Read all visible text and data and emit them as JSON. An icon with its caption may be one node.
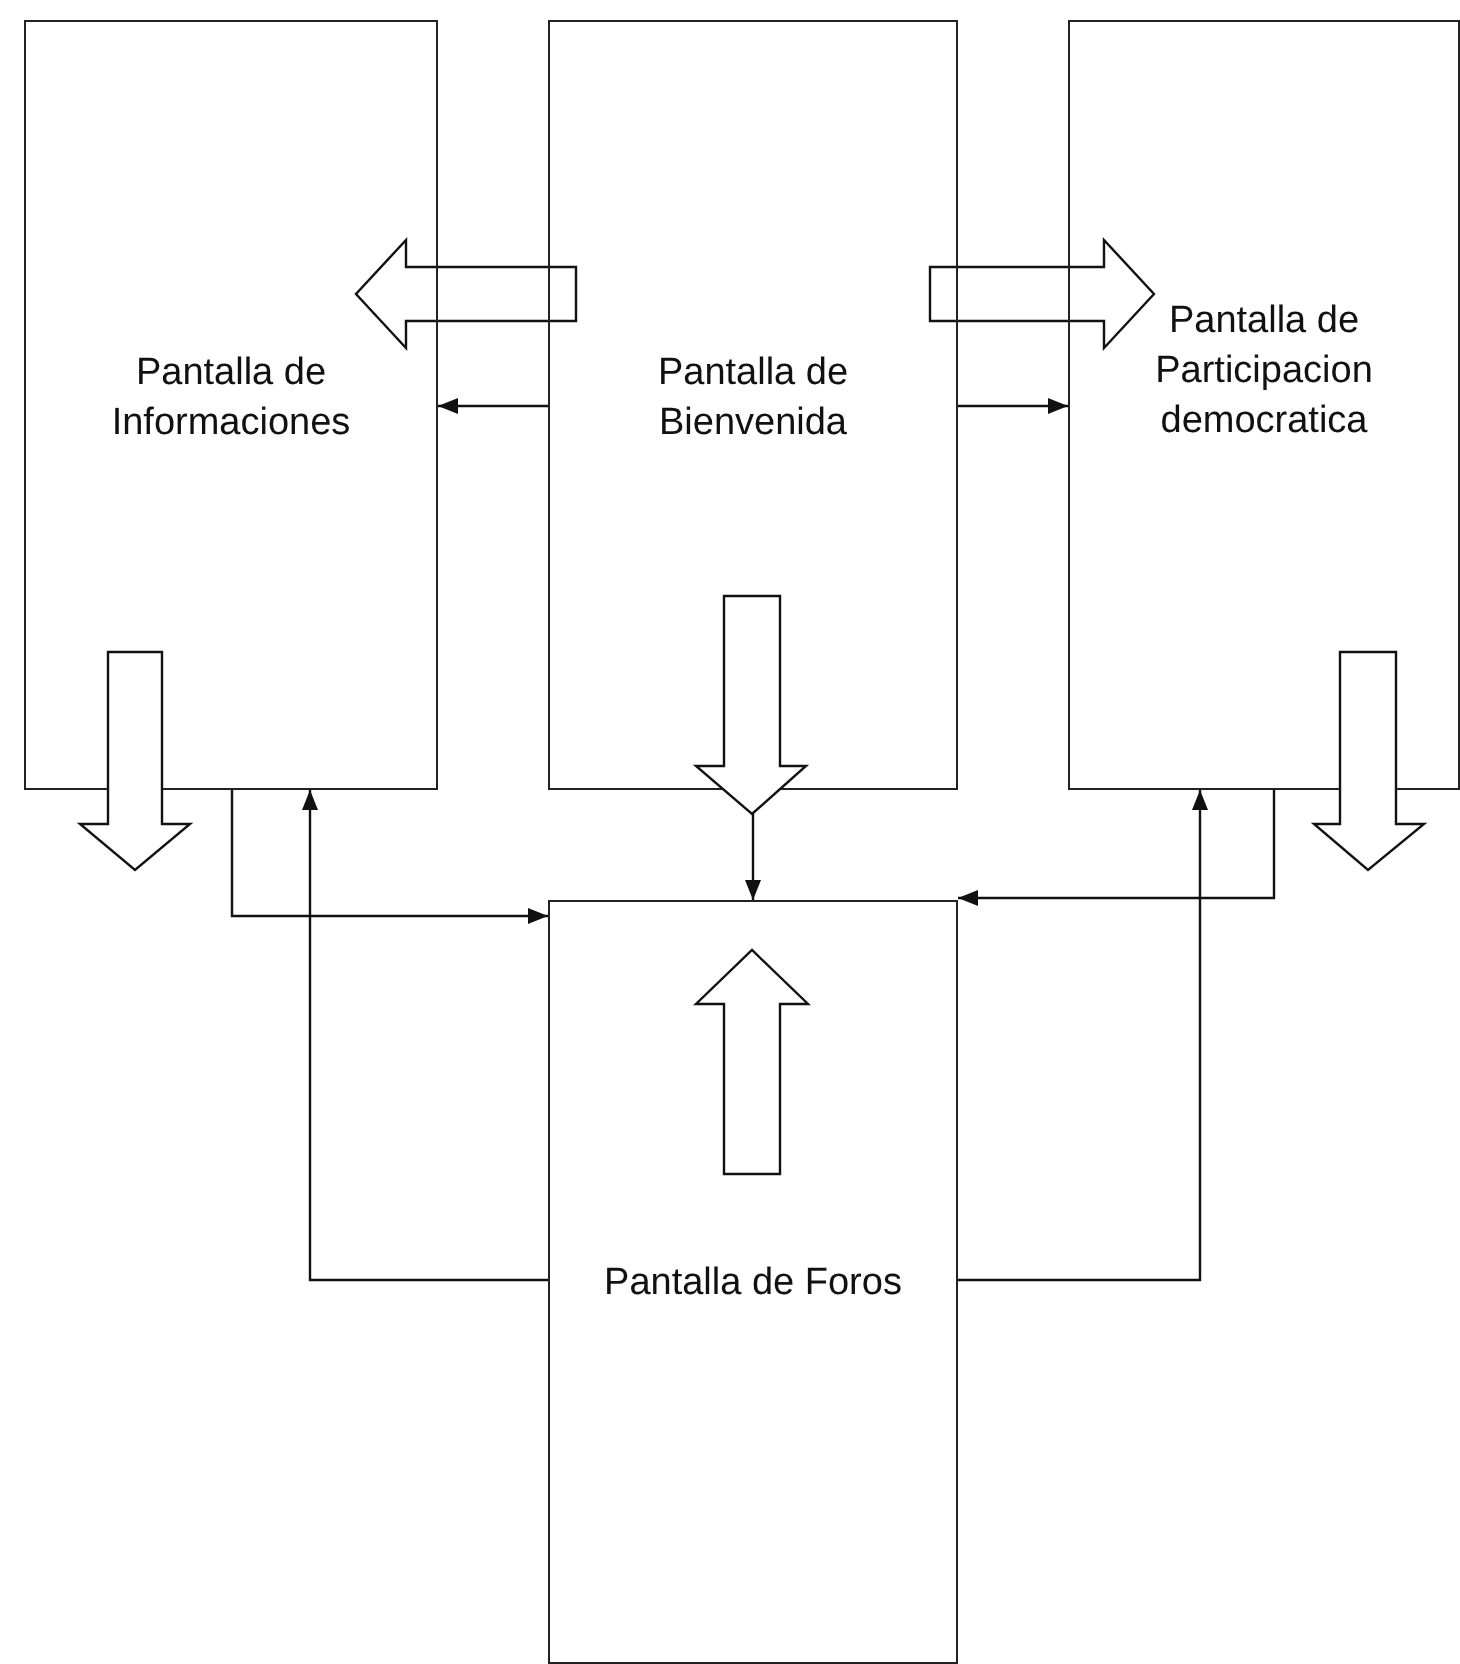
{
  "diagram": {
    "nodes": [
      {
        "text": [
          "Pantalla de Informaciones"
        ]
      },
      {
        "text": [
          "Pantalla de Bienvenida"
        ]
      },
      {
        "text": [
          "Pantalla de Participacion democratica"
        ]
      },
      {
        "text": [
          "Pantalla de Foros"
        ]
      }
    ],
    "edges": [
      {
        "from": 1,
        "to": 0,
        "arrow": "to",
        "style": "thick"
      },
      {
        "from": 1,
        "to": 2,
        "arrow": "to",
        "style": "thick"
      },
      {
        "from": 1,
        "to": 0,
        "arrow": "to"
      },
      {
        "from": 1,
        "to": 2,
        "arrow": "to"
      },
      {
        "from": 0,
        "to": 3,
        "arrow": "to"
      },
      {
        "from": 3,
        "to": 0,
        "arrow": "to"
      },
      {
        "from": 1,
        "to": 3,
        "arrow": "to"
      },
      {
        "from": 2,
        "to": 3,
        "arrow": "to"
      },
      {
        "from": 3,
        "to": 2,
        "arrow": "to"
      }
    ]
  }
}
